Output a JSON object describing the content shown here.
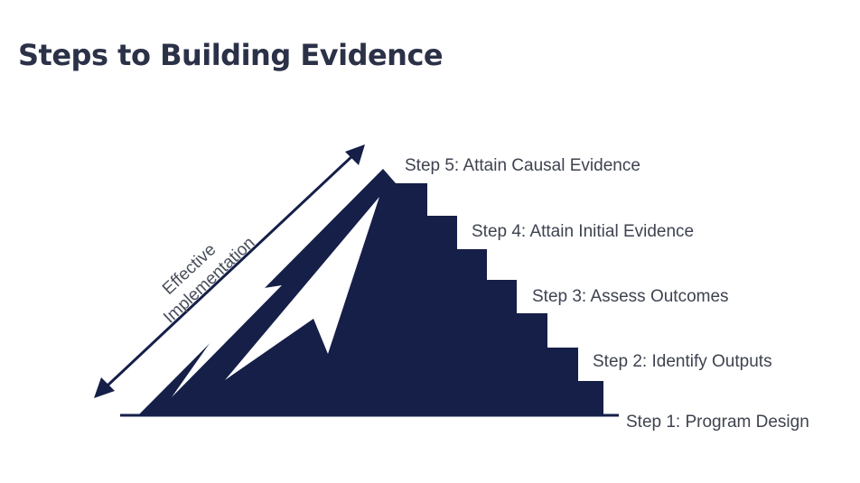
{
  "title": "Steps to Building Evidence",
  "steps": [
    {
      "label": "Step 5: Attain Causal Evidence"
    },
    {
      "label": "Step 4: Attain Initial Evidence"
    },
    {
      "label": "Step 3: Assess Outcomes"
    },
    {
      "label": "Step 2: Identify Outputs"
    },
    {
      "label": "Step 1: Program Design"
    }
  ],
  "arrow": {
    "line1": "Effective",
    "line2": "Implementation"
  },
  "colors": {
    "navy": "#151f48",
    "text": "#3e4350"
  }
}
